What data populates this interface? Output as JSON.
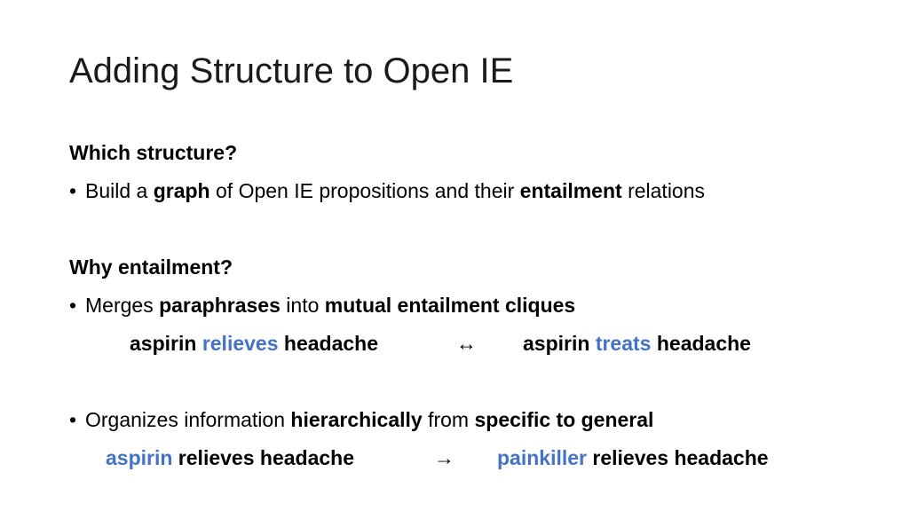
{
  "slide": {
    "title": "Adding Structure to Open IE"
  },
  "section1": {
    "heading": "Which structure?",
    "bullet": {
      "dot": "•",
      "t1": "Build a ",
      "b1": "graph",
      "t2": " of Open IE propositions and their ",
      "b2": "entailment",
      "t3": " relations"
    }
  },
  "section2": {
    "heading": "Why entailment?",
    "bullet": {
      "dot": "•",
      "t1": "Merges ",
      "b1": "paraphrases",
      "t2": " into ",
      "b2": "mutual entailment cliques"
    },
    "example": {
      "left_a": "aspirin ",
      "left_verb": "relieves",
      "left_b": " headache",
      "arrow": "↔",
      "right_a": "aspirin ",
      "right_verb": "treats",
      "right_b": " headache"
    }
  },
  "section3": {
    "bullet": {
      "dot": "•",
      "t1": "Organizes information ",
      "b1": "hierarchically",
      "t2": " from ",
      "b2": "specific to general"
    },
    "example": {
      "left_subj": "aspirin",
      "left_rest": " relieves headache",
      "arrow": "→",
      "right_subj": "painkiller",
      "right_rest": " relieves headache"
    }
  },
  "colors": {
    "highlight": "#4472c4",
    "text": "#000000"
  }
}
